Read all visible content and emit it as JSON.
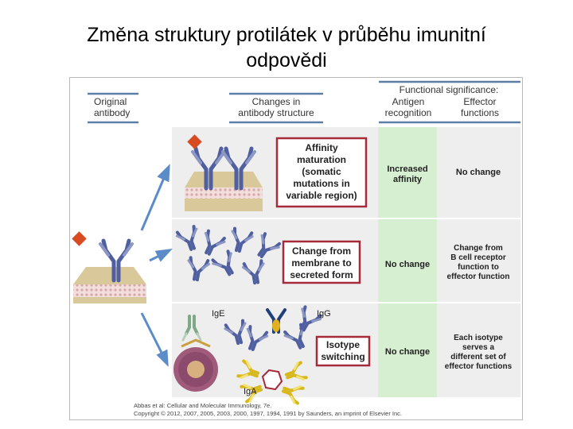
{
  "slide": {
    "title_line1": "Změna struktury protilátek v průběhu imunitní",
    "title_line2": "odpovědi"
  },
  "figure": {
    "header": {
      "original": [
        "Original",
        "antibody"
      ],
      "changes": [
        "Changes in",
        "antibody structure"
      ],
      "functional": "Functional significance:",
      "antigen": [
        "Antigen",
        "recognition"
      ],
      "effector": [
        "Effector",
        "functions"
      ]
    },
    "rows": [
      {
        "change": [
          "Affinity",
          "maturation",
          "(somatic",
          "mutations in",
          "variable region)"
        ],
        "antigen": [
          "Increased",
          "affinity"
        ],
        "effector": [
          "No change"
        ]
      },
      {
        "change": [
          "Change from",
          "membrane to",
          "secreted form"
        ],
        "antigen": [
          "No change"
        ],
        "effector": [
          "Change from",
          "B cell receptor",
          "function to",
          "effector function"
        ]
      },
      {
        "change": [
          "Isotype",
          "switching"
        ],
        "antigen": [
          "No change"
        ],
        "effector": [
          "Each isotype",
          "serves a",
          "different set of",
          "effector functions"
        ]
      }
    ],
    "isotype_labels": {
      "ige": "IgE",
      "igg": "IgG",
      "iga": "IgA"
    },
    "credit": [
      "Abbas et al: Cellular and Molecular Immunology, 7e.",
      "Copyright © 2012, 2007, 2005, 2003, 2000, 1997, 1994, 1991 by Saunders, an imprint of Elsevier Inc."
    ],
    "colors": {
      "header_bar": "#5b7fa6",
      "antigen_column": "#d6efd0",
      "box_border": "#a52a3a",
      "arrow": "#5b8cc9",
      "antibody": "#4f5fa0",
      "antigen_diamond": "#d84a20"
    }
  }
}
